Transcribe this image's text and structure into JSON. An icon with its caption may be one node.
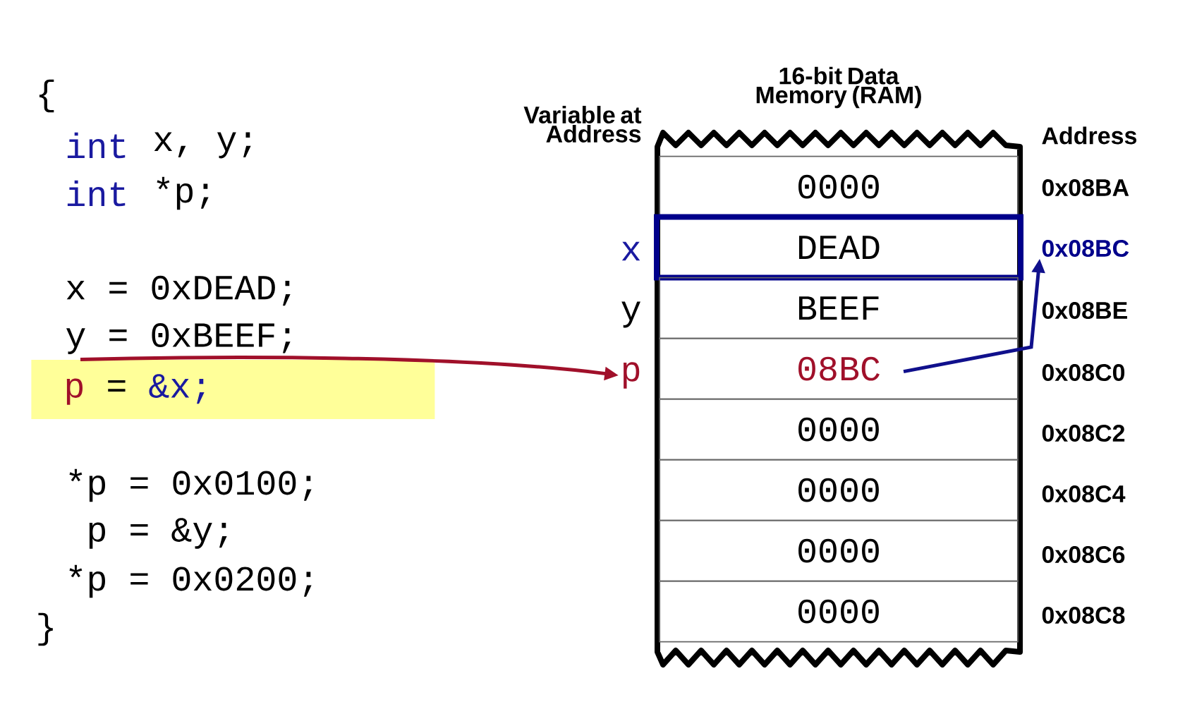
{
  "diagram": {
    "nodes": [
      {
        "text": [
          "16-bit Data Memory (RAM)"
        ]
      },
      {
        "text": [
          "0000"
        ],
        "in": 0
      },
      {
        "text": [
          "DEAD"
        ],
        "in": 0
      },
      {
        "text": [
          "BEEF"
        ],
        "in": 0
      },
      {
        "text": [
          "08BC"
        ],
        "in": 0
      },
      {
        "text": [
          "0000"
        ],
        "in": 0
      },
      {
        "text": [
          "0000"
        ],
        "in": 0
      },
      {
        "text": [
          "0000"
        ],
        "in": 0
      },
      {
        "text": [
          "0000"
        ],
        "in": 0
      },
      {
        "text": [
          "p",
          "=",
          "&x;"
        ]
      },
      {
        "text": [
          "p"
        ]
      },
      {
        "text": [
          "0x08BC"
        ]
      }
    ],
    "edges": [
      {
        "from": 9,
        "to": 10,
        "arrow": "to",
        "color": "#a0102a"
      },
      {
        "from": 4,
        "to": 11,
        "arrow": "to",
        "color": "#10108c"
      }
    ],
    "labels": [
      "{",
      "int",
      "x, y;",
      "int",
      "*p;",
      "x = 0xDEAD;",
      "y = 0xBEEF;",
      "*p = 0x0100;",
      "p = &y;",
      "*p = 0x0200;",
      "}",
      "Variable at Address",
      "Address",
      "0x08BA",
      "x",
      "y",
      "0x08BE",
      "0x08C0",
      "0x08C2",
      "0x08C4",
      "0x08C6",
      "0x08C8"
    ]
  }
}
